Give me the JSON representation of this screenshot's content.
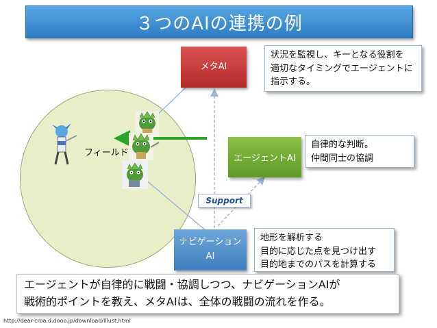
{
  "title": "３つのAIの連携の例",
  "field_label": "フィールド",
  "meta_ai": {
    "label": "メタAI",
    "note_lines": [
      "状況を監視し、キーとなる役割を",
      "適切なタイミングでエージェントに",
      "指示する。"
    ]
  },
  "agent_ai": {
    "label": "エージェントAI",
    "note_lines": [
      "自律的な判断。",
      "仲間同士の協調"
    ]
  },
  "nav_ai": {
    "label_lines": [
      "ナビゲーション",
      "AI"
    ],
    "note_lines": [
      "地形を解析する",
      "目的に応じた点を見つけ出す",
      "目的地までのパスを計算する"
    ]
  },
  "support_label": "Support",
  "summary_lines": [
    "エージェントが自律的に戦闘・協調しつつ、ナビゲーションAIが",
    "戦術的ポイントを教え、メタAIは、全体の戦闘の流れを作る。"
  ],
  "source_url": "http://dear-croa.d.dooo.jp/download/illust.html",
  "colors": {
    "title_bg": "#3d8fd6",
    "meta_ai_bg": "#c9403c",
    "agent_ai_bg": "#79ad38",
    "nav_ai_bg": "#5694d0",
    "field_bg": "#e8efc8",
    "arrow_green": "#2aa52a",
    "connector": "#9db8d8"
  },
  "icons": [
    "hero-character-icon",
    "green-monster-icon"
  ]
}
